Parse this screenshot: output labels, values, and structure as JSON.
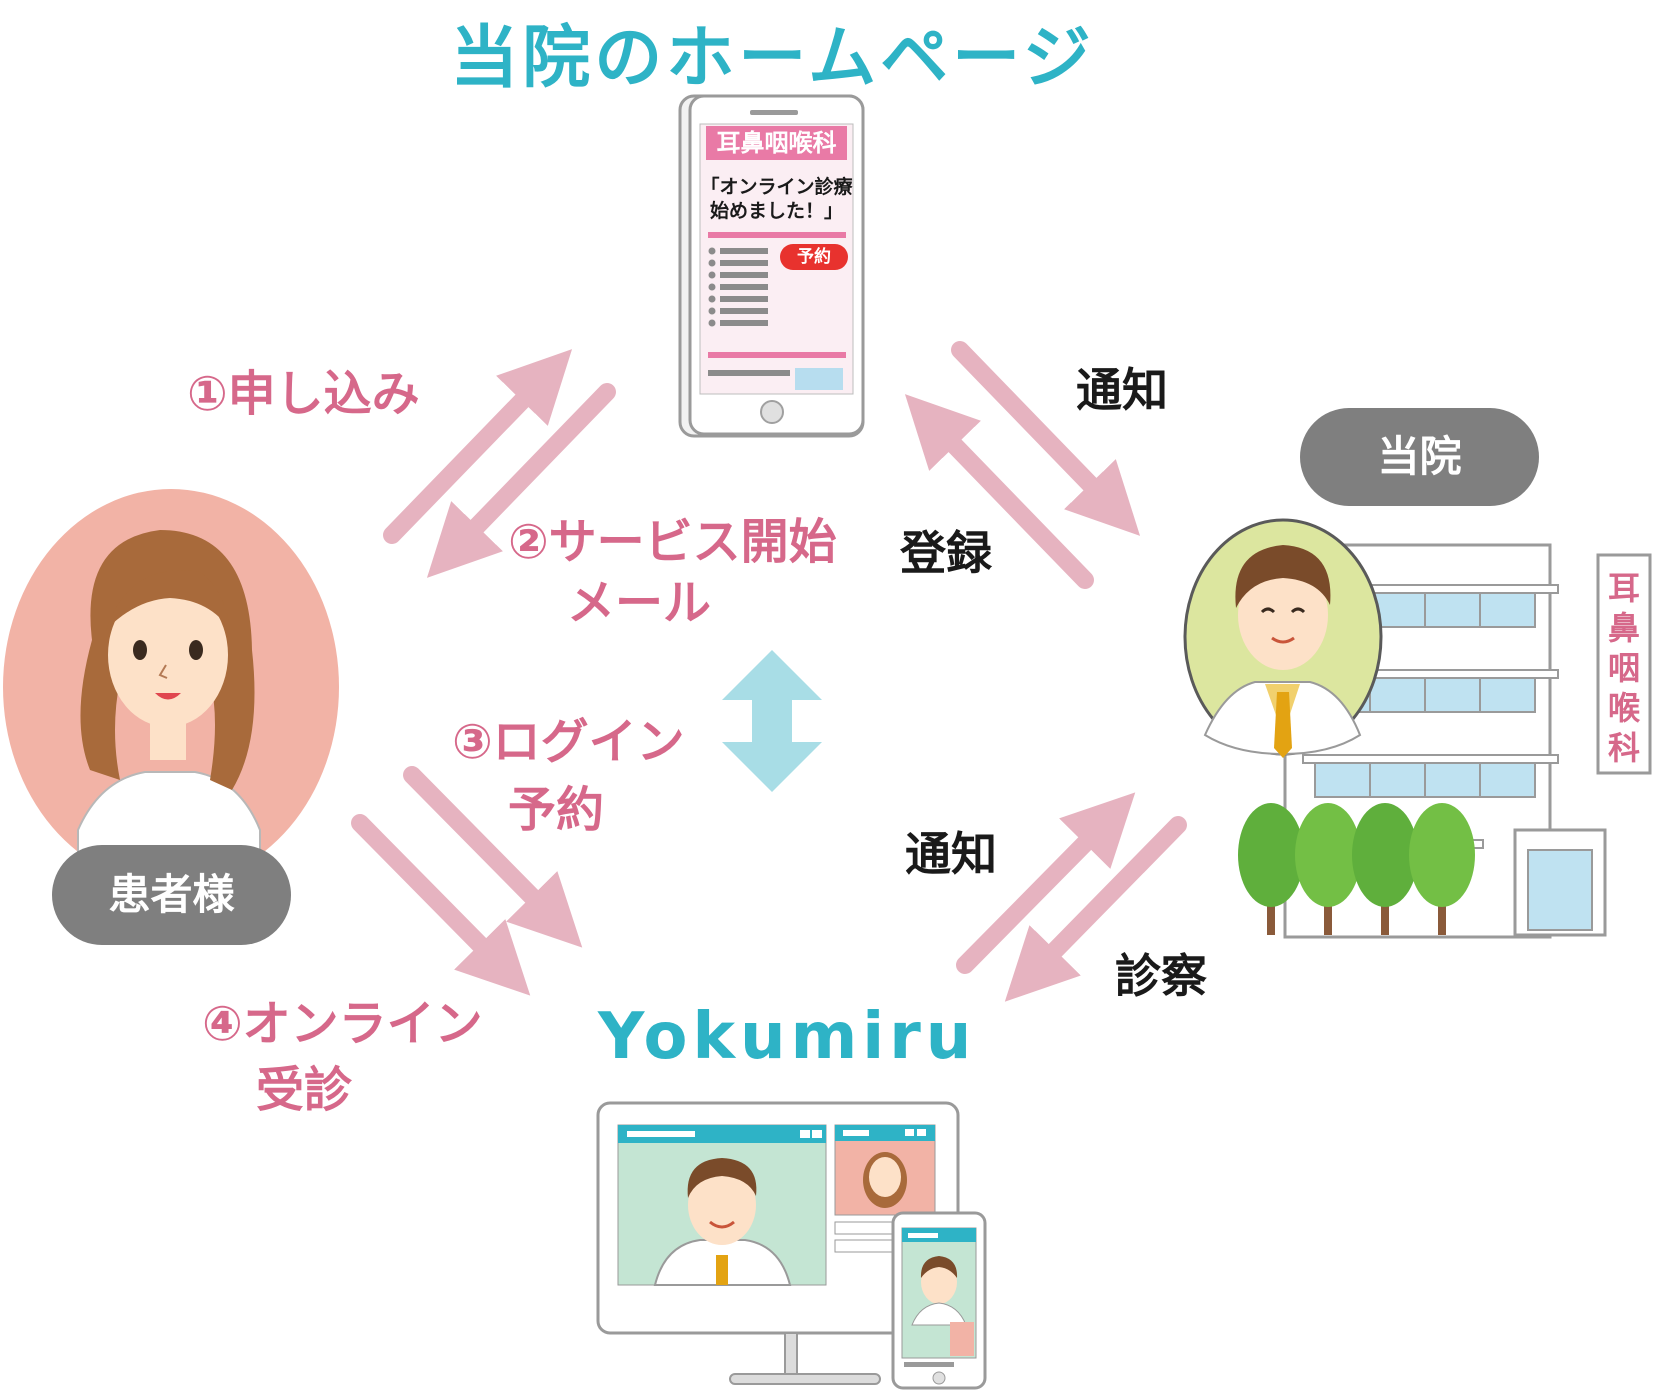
{
  "title": "当院のホームページ",
  "steps": {
    "step1": "①申し込み",
    "step2_line1": "②サービス開始",
    "step2_line2": "メール",
    "step3_line1": "③ログイン",
    "step3_line2": "予約",
    "step4_line1": "④オンライン",
    "step4_line2": "受診"
  },
  "hospital_flow": {
    "notify_top": "通知",
    "register": "登録",
    "notify_bottom": "通知",
    "consult": "診察"
  },
  "patient_label": "患者様",
  "clinic_label": "当院",
  "brand": "Yokumiru",
  "phone_screen": {
    "department": "耳鼻咽喉科",
    "headline_line1": "「オンライン診療",
    "headline_line2": "始めました！」",
    "reserve_badge": "予約"
  },
  "building_sign": [
    "耳",
    "鼻",
    "咽",
    "喉",
    "科"
  ],
  "colors": {
    "arrow_pink": "#e6b3c0",
    "arrow_blue": "#a8dde6",
    "accent_teal": "#2eb3c6",
    "label_pink": "#d6688a"
  }
}
